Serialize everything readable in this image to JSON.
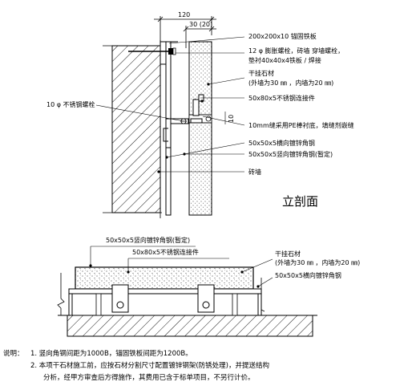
{
  "dimensions": {
    "total": "120",
    "gap": "30 (20)"
  },
  "elevation_section": {
    "title": "立剖面",
    "labels": {
      "anchor_plate": "200x200x10  锚固铁板",
      "bolt_line1": "12 φ 膨胀螺栓，砖墙 穿墙螺栓，",
      "bolt_line2": "垫衬40x40x4铁板 / 焊接",
      "stone_line1": "干挂石材",
      "stone_line2": "(外墙为30 ㎜ ，内墙为20 ㎜)",
      "steel_connector": "50x80x5不锈钢连接件",
      "ss_bolt": "10 φ 不锈钢螺栓",
      "joint": "10mm缝采用PE棒衬底，填缝剂嵌缝",
      "horizontal_angle": "50x50x5横向镀锌角钢",
      "vertical_angle": "50x50x5竖向镀锌角钢(暂定)",
      "brick_wall": "砖墙",
      "joint_dim": "10"
    }
  },
  "plan_section": {
    "labels": {
      "vertical_angle": "50x50x5竖向镀锌角钢(暂定)",
      "steel_connector": "50x80x5不锈钢连接件",
      "stone_line1": "干挂石材",
      "stone_line2": "(外墙为30 ㎜ ，内墙为20 ㎜)",
      "horizontal_angle": "50x50x5横向镀锌角钢"
    }
  },
  "notes": {
    "prefix": "说明：",
    "n1": "1.  竖向角钢间距为1000B，锚固铁板间距为1200B。",
    "n2_line1": "2.  本项干石材施工前，应按石材分割尺寸配置镀锌钢架(防锈处理)，并提送结构",
    "n2_line2": "分析，经甲方审查后方得施作，其费用已含于标单项目，不另行计价。"
  }
}
